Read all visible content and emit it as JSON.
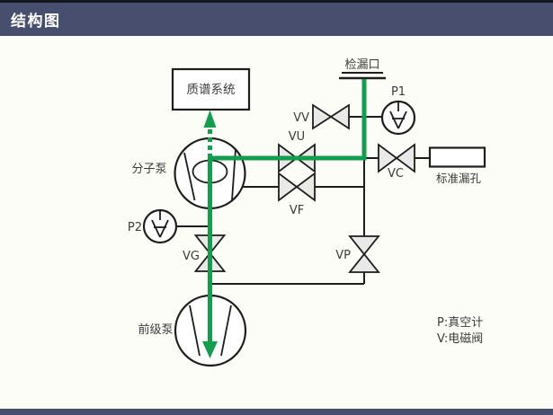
{
  "header": {
    "title": "结构图"
  },
  "colors": {
    "header_bar": "#484e6e",
    "top_strip": "#17171f",
    "footer_bar": "#484e6e",
    "flow_green": "#129e4d",
    "line_black": "#1d1d1b",
    "valve_fill": "#e9e9e9",
    "background": "#fdfdf8"
  },
  "diagram": {
    "boxes": {
      "mass_spec": "质谱系统",
      "standard_leak": "标准漏孔"
    },
    "ports": {
      "leak_port": "检漏口"
    },
    "pumps": {
      "molecular": "分子泵",
      "backing": "前级泵"
    },
    "gauges": {
      "p1": "P1",
      "p2": "P2"
    },
    "valves": {
      "vv": "VV",
      "vu": "VU",
      "vf": "VF",
      "vc": "VC",
      "vg": "VG",
      "vp": "VP"
    },
    "legend": {
      "line1": "P:真空计",
      "line2": "V:电磁阀"
    }
  }
}
